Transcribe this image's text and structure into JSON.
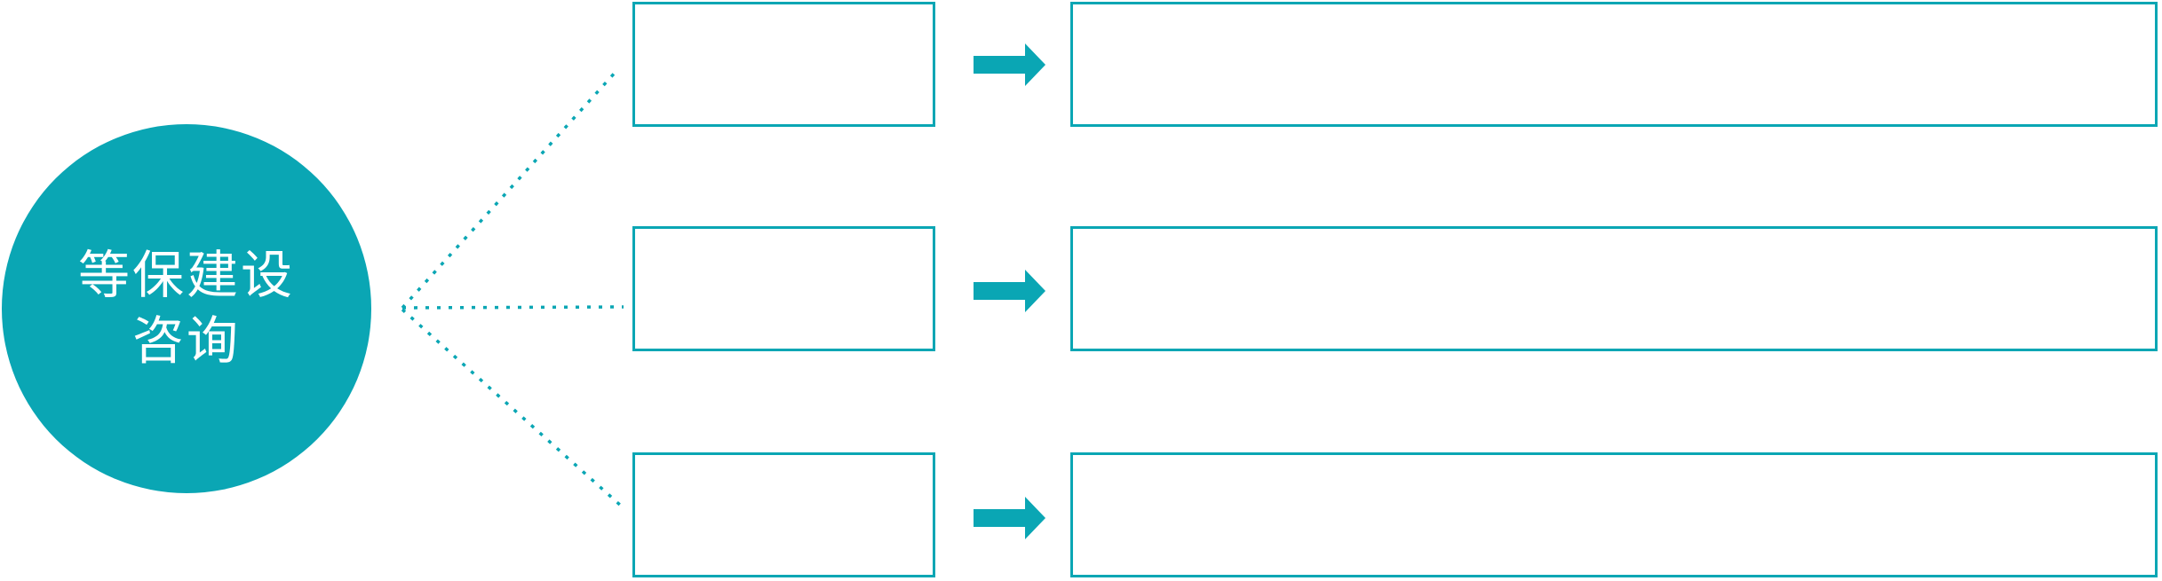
{
  "colors": {
    "accent": "#0AA6B4",
    "background": "#FFFFFF",
    "circle_text": "#FFFFFF"
  },
  "circle": {
    "line1": "等保建设",
    "line2": "咨询"
  },
  "rows": [
    {
      "small_box_text": "",
      "big_box_text": ""
    },
    {
      "small_box_text": "",
      "big_box_text": ""
    },
    {
      "small_box_text": "",
      "big_box_text": ""
    }
  ],
  "icons": {
    "arrow_right": "➡",
    "connector_style": "dotted-teal-line"
  }
}
